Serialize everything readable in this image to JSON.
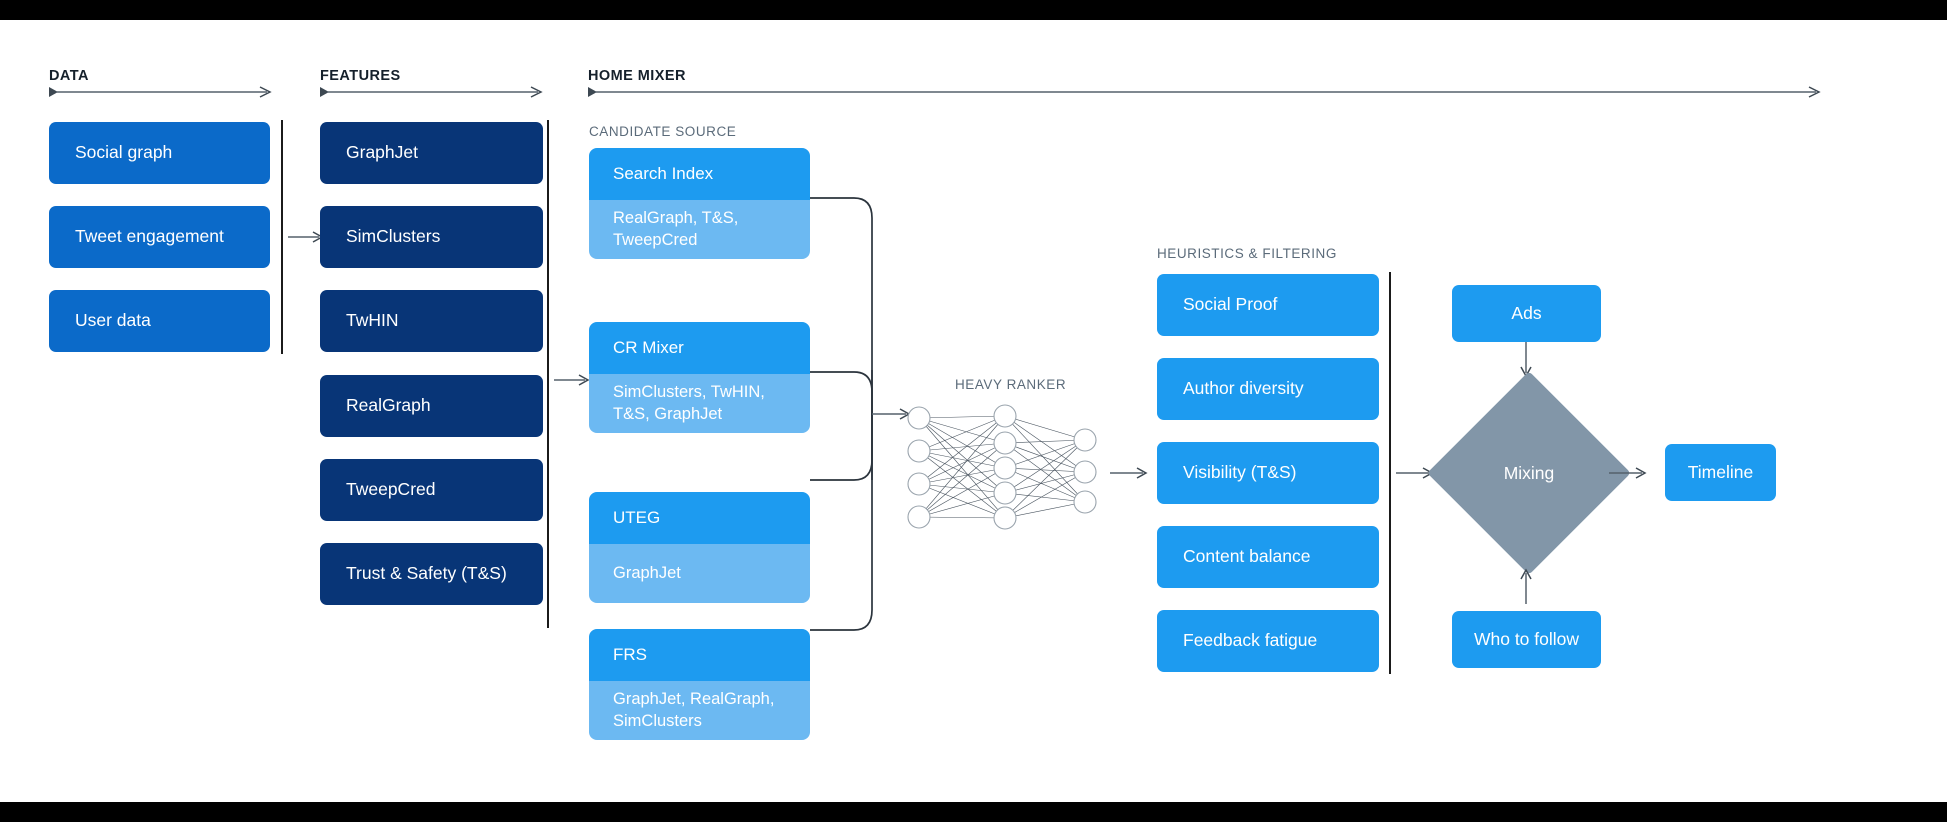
{
  "sections": {
    "data": {
      "title": "DATA"
    },
    "features": {
      "title": "FEATURES"
    },
    "home_mixer": {
      "title": "HOME MIXER"
    },
    "candidate_source": {
      "title": "CANDIDATE SOURCE"
    },
    "heavy_ranker": {
      "title": "HEAVY RANKER"
    },
    "heuristics": {
      "title": "HEURISTICS & FILTERING"
    }
  },
  "data_boxes": [
    {
      "label": "Social graph"
    },
    {
      "label": "Tweet engagement"
    },
    {
      "label": "User data"
    }
  ],
  "feature_boxes": [
    {
      "label": "GraphJet"
    },
    {
      "label": "SimClusters"
    },
    {
      "label": "TwHIN"
    },
    {
      "label": "RealGraph"
    },
    {
      "label": "TweepCred"
    },
    {
      "label": "Trust & Safety (T&S)"
    }
  ],
  "candidate_sources": [
    {
      "name": "Search Index",
      "features": "RealGraph, T&S,\nTweepCred"
    },
    {
      "name": "CR Mixer",
      "features": "SimClusters, TwHIN,\nT&S, GraphJet"
    },
    {
      "name": "UTEG",
      "features": "GraphJet"
    },
    {
      "name": "FRS",
      "features": "GraphJet, RealGraph,\nSimClusters"
    }
  ],
  "heuristic_boxes": [
    {
      "label": "Social Proof"
    },
    {
      "label": "Author diversity"
    },
    {
      "label": "Visibility (T&S)"
    },
    {
      "label": "Content balance"
    },
    {
      "label": "Feedback fatigue"
    }
  ],
  "outputs": {
    "ads": "Ads",
    "mixing": "Mixing",
    "timeline": "Timeline",
    "who_to_follow": "Who to follow"
  },
  "neural_network": {
    "input_nodes": 4,
    "hidden_nodes": 5,
    "output_nodes": 3
  },
  "colors": {
    "data_blue": "#0b6ac9",
    "feature_navy": "#083577",
    "bright_blue": "#1d9bf0",
    "light_blue": "#6cb9f2",
    "mixing_gray": "#8296a8",
    "rule": "#1b1b1b",
    "arrow": "#55606b"
  }
}
